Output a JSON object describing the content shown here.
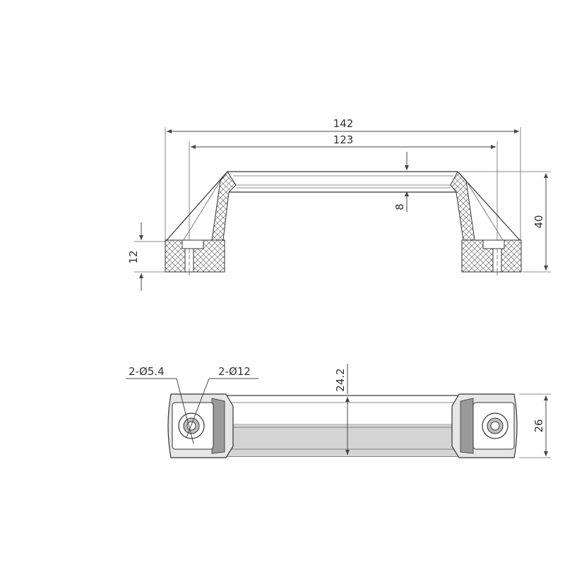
{
  "front_view": {
    "dim_overall_length": "142",
    "dim_hole_spacing": "123",
    "dim_wall_thickness": "8",
    "dim_height": "40",
    "dim_base_thickness": "12"
  },
  "top_view": {
    "dim_small_hole": "2-Ø5.4",
    "dim_counterbore": "2-Ø12",
    "dim_grip_width": "24.2",
    "dim_base_width": "26"
  },
  "colors": {
    "line": "#444444",
    "grip_fill": "#d4d4d4",
    "end_fill": "#e6e6e6"
  }
}
